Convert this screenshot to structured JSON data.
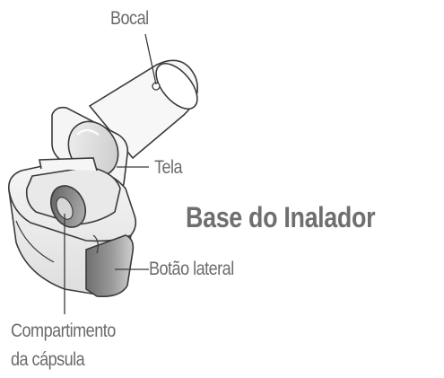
{
  "diagram": {
    "title": "Base do Inalador",
    "labels": {
      "mouthpiece": "Bocal",
      "screen": "Tela",
      "side_button": "Botão lateral",
      "capsule_chamber_line1": "Compartimento",
      "capsule_chamber_line2": "da cápsula"
    },
    "colors": {
      "text": "#6b6b6b",
      "outline": "#3a3a3a",
      "shade_light": "#ececec",
      "shade_mid": "#c9c9c9",
      "shade_dark": "#7f7f7f",
      "body_fill": "#f4f4f4"
    }
  }
}
